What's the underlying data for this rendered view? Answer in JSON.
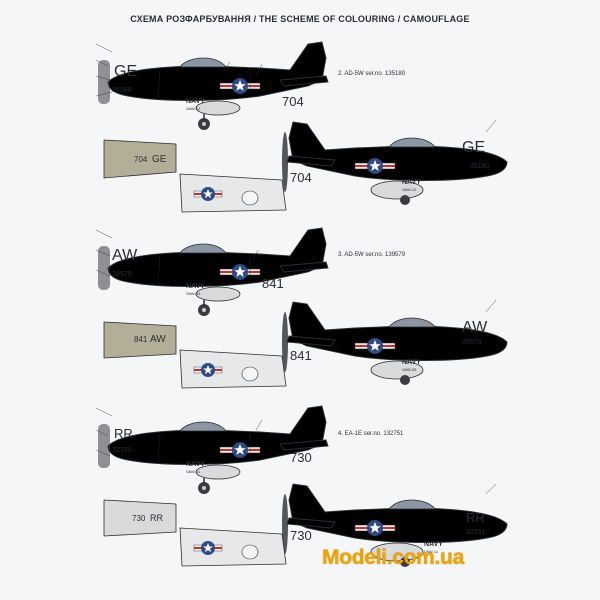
{
  "sheet": {
    "title": "СХЕМА РОЗФАРБУВАННЯ  / THE SCHEME OF COLOURING / CAMOUFLAGE",
    "watermark": "Modeli.com.ua",
    "colors": {
      "aircraft_grey": "#b3ae98",
      "aircraft_light": "#d8dadb",
      "ink": "#2b2e33",
      "roundel_blue": "#2f4b86",
      "stripe_red": "#c8312b",
      "watermark": "#f2a500"
    }
  },
  "schemes": [
    {
      "caption": "2. AD-5W ser.no. 135180",
      "tail_code": "GE",
      "serial": "35180",
      "modex": "704",
      "service": "NAVY",
      "squadron": "VAW-12"
    },
    {
      "caption": "3. AD-5W ser.no. 139579",
      "tail_code": "AW",
      "serial": "39579",
      "modex": "841",
      "service": "NAVY",
      "squadron": "VAW-33"
    },
    {
      "caption": "4. EA-1E ser.no. 132751",
      "tail_code": "RR",
      "serial": "32751",
      "modex": "730",
      "service": "NAVY",
      "squadron": "VAW-11"
    }
  ]
}
